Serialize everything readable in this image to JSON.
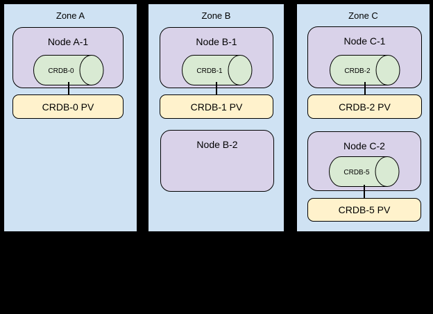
{
  "colors": {
    "background": "#000000",
    "zone_fill": "#cfe2f3",
    "node_fill": "#d9d2e9",
    "cylinder_fill": "#d9ead3",
    "pv_fill": "#fff2cc",
    "stroke": "#000000"
  },
  "zones": [
    {
      "title": "Zone A",
      "nodes": [
        {
          "label": "Node A-1",
          "cylinder_label": "CRDB-0",
          "pv_label": "CRDB-0 PV"
        }
      ]
    },
    {
      "title": "Zone B",
      "nodes": [
        {
          "label": "Node B-1",
          "cylinder_label": "CRDB-1",
          "pv_label": "CRDB-1 PV"
        },
        {
          "label": "Node B-2"
        }
      ]
    },
    {
      "title": "Zone C",
      "nodes": [
        {
          "label": "Node C-1",
          "cylinder_label": "CRDB-2",
          "pv_label": "CRDB-2 PV"
        },
        {
          "label": "Node C-2",
          "cylinder_label": "CRDB-5",
          "pv_label": "CRDB-5 PV"
        }
      ]
    }
  ]
}
